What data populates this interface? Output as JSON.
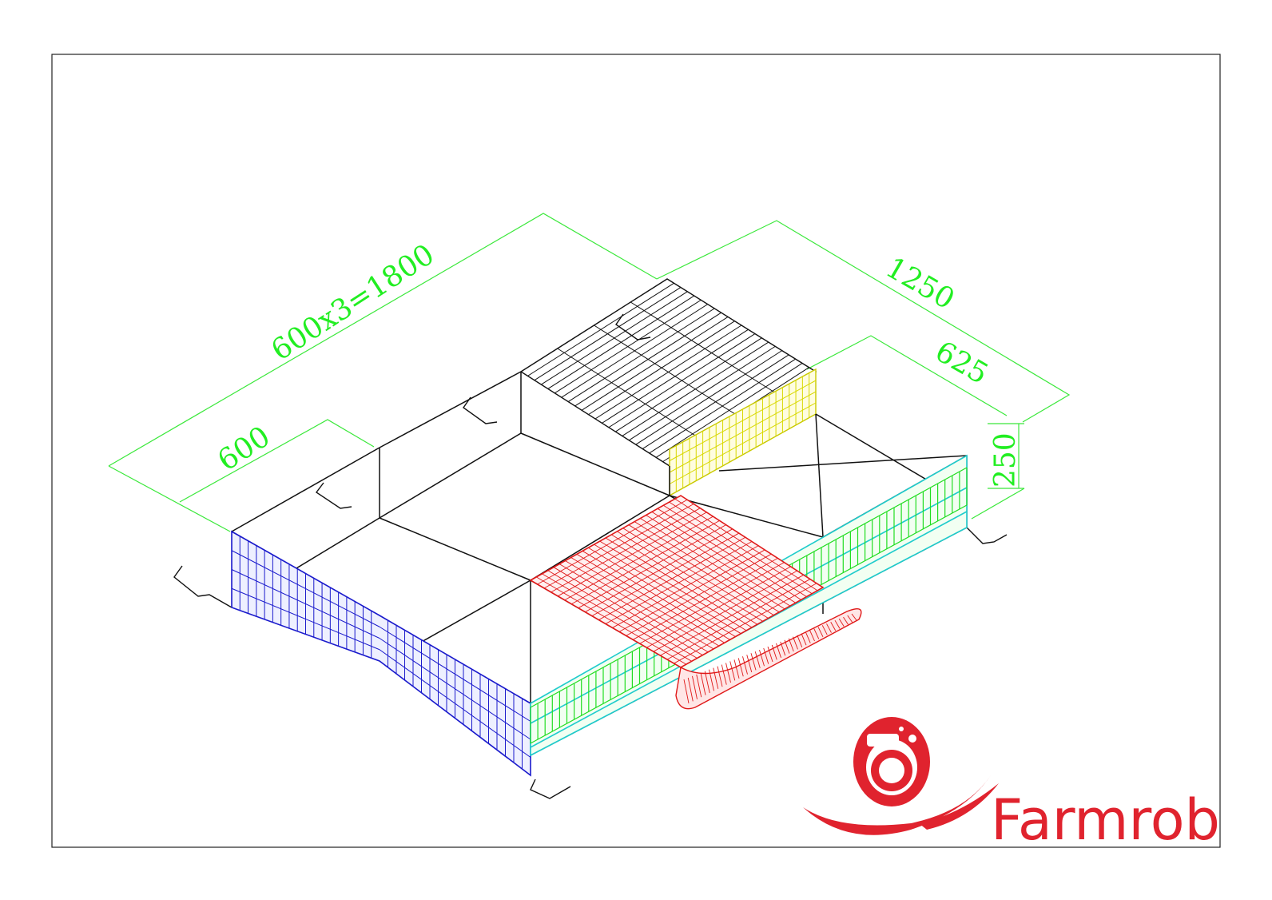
{
  "dimensions": {
    "total_length": "600x3=1800",
    "module_length": "600",
    "total_width": "1250",
    "half_width": "625",
    "height": "250"
  },
  "brand": {
    "name": "Farmrob",
    "logo": "egg-robot-swoosh-logo"
  },
  "colors": {
    "frame": "#111111",
    "dimension": "#22ee22",
    "end_mesh": "#1a1acc",
    "egg_tray": "#e01818",
    "top_mesh": "#111111",
    "side_mesh": "#eeee22",
    "feeder": "#22dd22",
    "trough": "#22cccc",
    "brand": "#e0232e"
  }
}
